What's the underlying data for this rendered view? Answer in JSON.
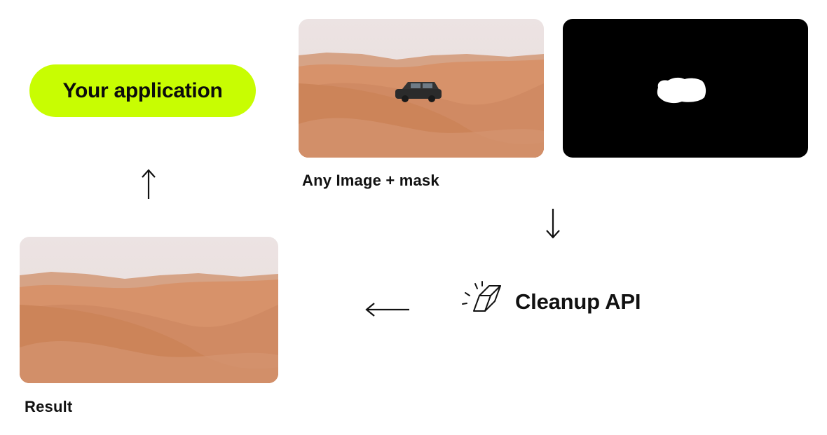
{
  "app": {
    "label": "Your application",
    "accent_color": "#c8fd02"
  },
  "input": {
    "caption": "Any Image + mask",
    "photo_icon": "desert-dunes-with-car-image",
    "mask_icon": "black-mask-with-white-blob-image"
  },
  "api": {
    "label": "Cleanup API",
    "icon": "eraser-icon"
  },
  "output": {
    "caption": "Result",
    "photo_icon": "desert-dunes-without-car-image"
  },
  "arrows": {
    "to_app": "arrow-up-icon",
    "to_api": "arrow-down-icon",
    "to_result": "arrow-left-icon"
  }
}
